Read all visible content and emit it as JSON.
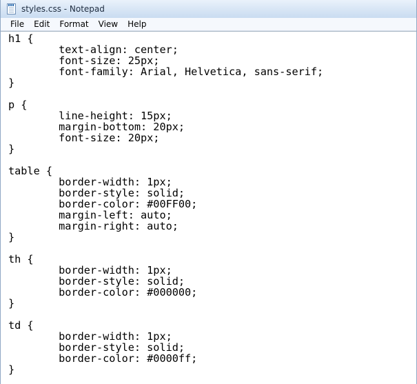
{
  "window": {
    "title": "styles.css - Notepad"
  },
  "icons": {
    "app_icon": "notepad-icon"
  },
  "menu": {
    "items": [
      "File",
      "Edit",
      "Format",
      "View",
      "Help"
    ]
  },
  "editor": {
    "content": "h1 {\n\ttext-align: center;\n\tfont-size: 25px;\n\tfont-family: Arial, Helvetica, sans-serif;\n}\n\np {\n\tline-height: 15px;\n\tmargin-bottom: 20px;\n\tfont-size: 20px;\n}\n\ntable {\n\tborder-width: 1px;\n\tborder-style: solid;\n\tborder-color: #00FF00;\n\tmargin-left: auto;\n\tmargin-right: auto;\n}\n\nth {\n\tborder-width: 1px;\n\tborder-style: solid;\n\tborder-color: #000000;\n}\n\ntd {\n\tborder-width: 1px;\n\tborder-style: solid;\n\tborder-color: #0000ff;\n}"
  }
}
